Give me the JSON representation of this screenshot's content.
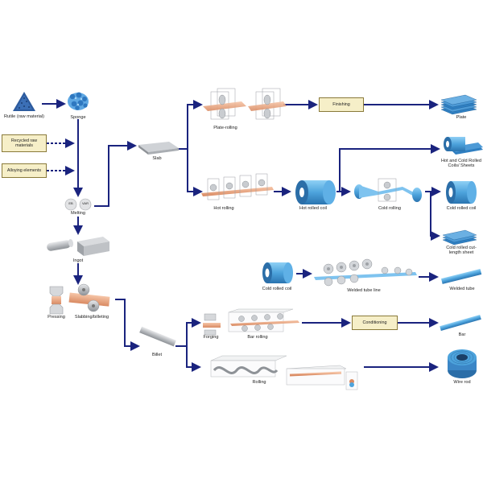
{
  "raw": {
    "rutile": "Rutile (raw material)",
    "sponge": "Sponge",
    "recycled": "Recycled raw materials",
    "alloying": "Alloying elements",
    "melting": "Melting",
    "eb": "EB",
    "var": "VAR",
    "ingot": "Ingot",
    "pressing": "Pressing",
    "slabbing": "Slabbing/billeting"
  },
  "slab_branch": {
    "slab": "Slab",
    "plate_rolling": "Plate-rolling",
    "finishing": "Finishing",
    "plate": "Plate",
    "hot_rolling": "Hot rolling",
    "hot_rolled_coil": "Hot rolled coil",
    "cold_rolling": "Cold rolling",
    "hot_cold_coils": "Hot and Cold Rolled Coils/ Sheets",
    "cold_rolled_coil_out": "Cold rolled coil",
    "cut_length": "Cold rolled cut-length sheet"
  },
  "tube_branch": {
    "cold_rolled_coil": "Cold rolled coil",
    "welded_tube_line": "Welded tube line",
    "welded_tube": "Welded tube"
  },
  "billet_branch": {
    "billet": "Billet",
    "forging": "Forging",
    "bar_rolling": "Bar rolling",
    "conditioning": "Conditioning",
    "bar": "Bar",
    "rolling": "Rolling",
    "wire_rod": "Wire rod"
  },
  "colors": {
    "arrow": "#1a237e",
    "box_fill": "#f6efc8",
    "coil_blue": "#4da3dc",
    "sheet_blue": "#2f7fc1",
    "copper": "#e6a07a",
    "grey": "#b9bcc0"
  }
}
